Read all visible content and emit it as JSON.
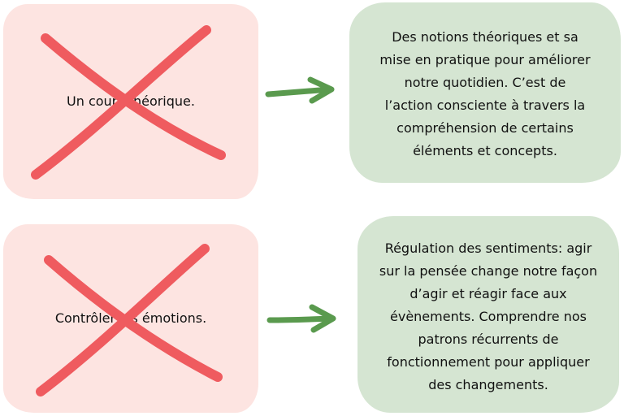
{
  "colors": {
    "pink_box": "#fde4e1",
    "green_box": "#d5e5d2",
    "cross": "#ef5b5f",
    "arrow": "#5a9a4e"
  },
  "rows": [
    {
      "negative": "Un cours théorique.",
      "positive": "Des notions théoriques et sa\nmise en pratique pour améliorer\nnotre quotidien. C’est de\nl’action consciente à travers la\ncompréhension de certains\néléments et concepts."
    },
    {
      "negative": "Contrôler les émotions.",
      "positive": "Régulation des sentiments: agir\nsur la pensée change notre façon\nd’agir et réagir face aux\névènements. Comprendre nos\npatrons récurrents de\nfonctionnement pour appliquer\ndes changements."
    }
  ],
  "icons": {
    "cross": "x-cross-icon",
    "arrow": "right-arrow-icon"
  }
}
